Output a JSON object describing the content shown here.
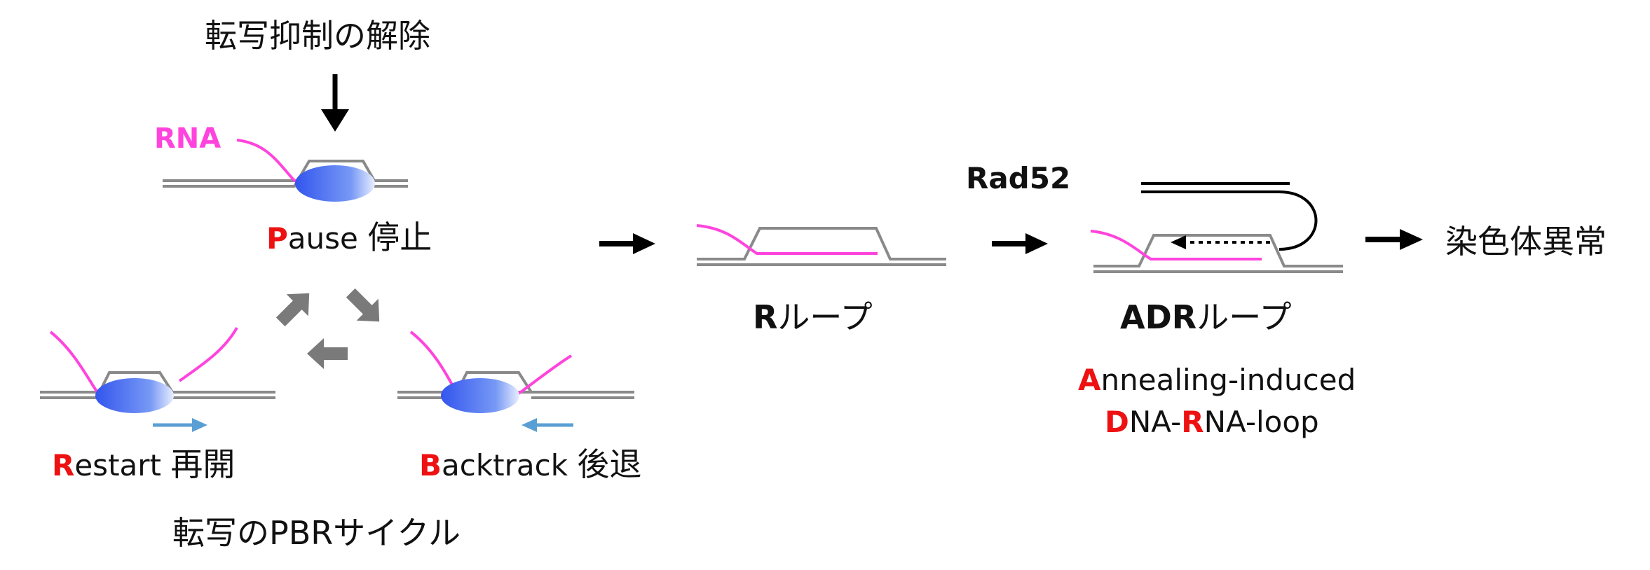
{
  "labels": {
    "release_title": "転写抑制の解除",
    "rna": "RNA",
    "pause": {
      "initial": "P",
      "rest": "ause",
      "jp": "停止"
    },
    "restart": {
      "initial": "R",
      "rest": "estart",
      "jp": "再開"
    },
    "backtrack": {
      "initial": "B",
      "rest": "acktrack",
      "jp": "後退"
    },
    "cycle_caption": "転写のPBRサイクル",
    "r_loop": {
      "bold": "R",
      "rest": "ループ"
    },
    "rad52": "Rad52",
    "adr_loop": {
      "bold": "ADR",
      "rest": "ループ"
    },
    "adr_line1": {
      "initial": "A",
      "rest": "nnealing-induced"
    },
    "adr_line2": {
      "d": "D",
      "mid": "NA-",
      "r": "R",
      "rest": "NA-loop"
    },
    "outcome": "染色体異常"
  },
  "colors": {
    "dna": "#8a8a8a",
    "rna": "#ff44dd",
    "highlight": "#ee1111",
    "polymerase": "#3355ee",
    "direction_arrow": "#5a9fd4",
    "cycle_arrow": "#7a7a7a",
    "flow_arrow": "#000000"
  }
}
